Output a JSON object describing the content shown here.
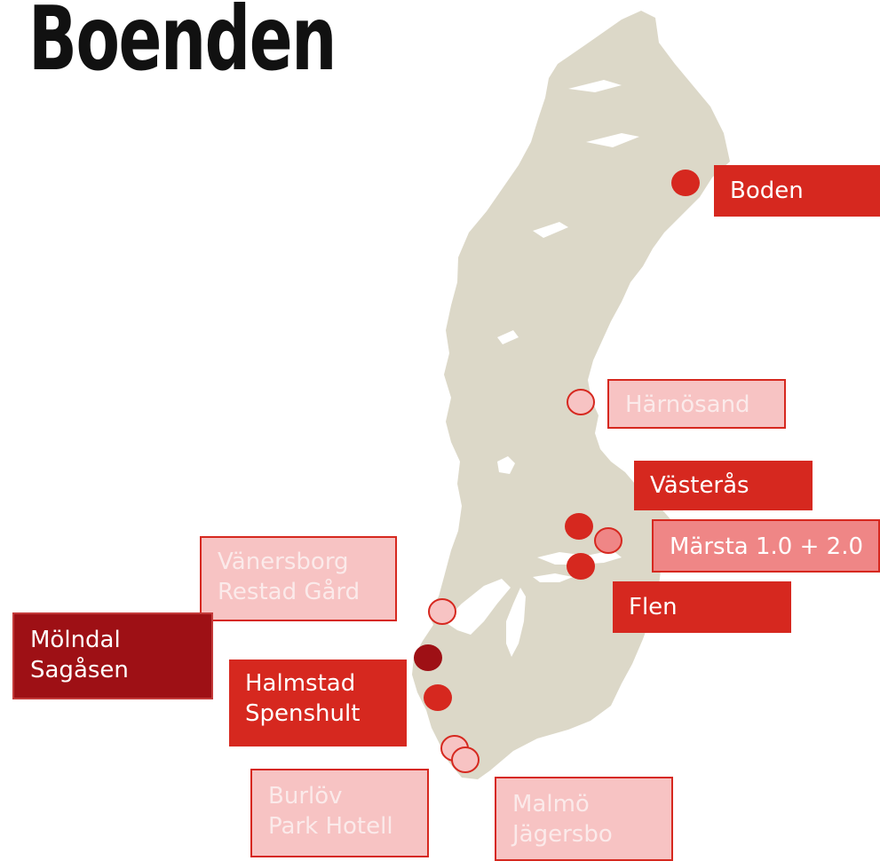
{
  "title": "Boenden",
  "colors": {
    "land": "#dcd8c8",
    "water": "#ffffff",
    "red": "#d6281f",
    "dark_red": "#9e1015",
    "pale_red": "#f7c3c3",
    "mid_red": "#ef8686"
  },
  "locations": [
    {
      "id": "boden",
      "lines": [
        "Boden"
      ],
      "style": "red"
    },
    {
      "id": "harnosand",
      "lines": [
        "Härnösand"
      ],
      "style": "pale"
    },
    {
      "id": "vasteras",
      "lines": [
        "Västerås"
      ],
      "style": "red"
    },
    {
      "id": "marsta",
      "lines": [
        "Märsta 1.0 + 2.0"
      ],
      "style": "mid"
    },
    {
      "id": "flen",
      "lines": [
        "Flen"
      ],
      "style": "red"
    },
    {
      "id": "vanersborg",
      "lines": [
        "Vänersborg",
        "Restad Gård"
      ],
      "style": "pale"
    },
    {
      "id": "molndal",
      "lines": [
        "Mölndal",
        "Sagåsen"
      ],
      "style": "dark"
    },
    {
      "id": "halmstad",
      "lines": [
        "Halmstad",
        "Spenshult"
      ],
      "style": "red"
    },
    {
      "id": "burlov",
      "lines": [
        "Burlöv",
        "Park Hotell"
      ],
      "style": "pale"
    },
    {
      "id": "malmo",
      "lines": [
        "Malmö",
        "Jägersbo"
      ],
      "style": "pale"
    }
  ]
}
